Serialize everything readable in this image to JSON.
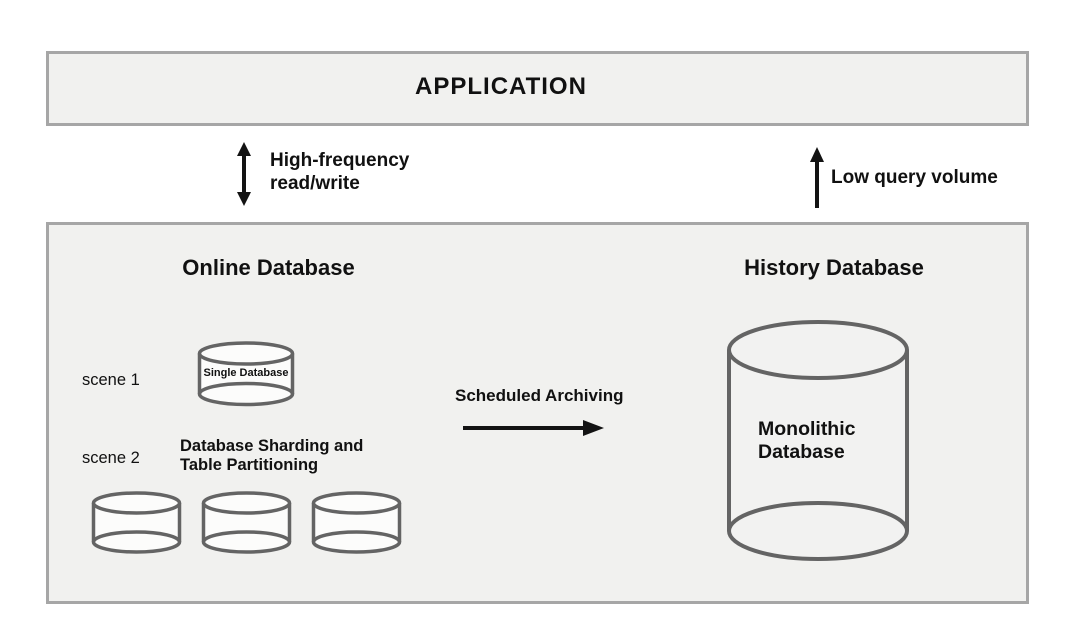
{
  "colors": {
    "canvas_bg": "#ffffff",
    "panel_fill": "#f1f1ef",
    "panel_border": "#a6a6a6",
    "shape_stroke": "#646464",
    "arrow_color": "#131313",
    "text_color": "#111111"
  },
  "application_box": {
    "title": "APPLICATION"
  },
  "flows": {
    "high_frequency": {
      "line1": "High-frequency",
      "line2": "read/write",
      "icon": "double-headed-vertical-arrow"
    },
    "low_query": {
      "label": "Low query volume",
      "icon": "up-arrow"
    },
    "scheduled_archiving": {
      "label": "Scheduled Archiving",
      "icon": "right-arrow"
    }
  },
  "online_database": {
    "title": "Online Database",
    "scene1": {
      "label": "scene 1",
      "cylinder_label": "Single Database"
    },
    "scene2": {
      "label": "scene 2",
      "caption": "Database Sharding and Table Partitioning",
      "cylinder_count": 3
    }
  },
  "history_database": {
    "title": "History Database",
    "cylinder_label": "Monolithic Database"
  }
}
